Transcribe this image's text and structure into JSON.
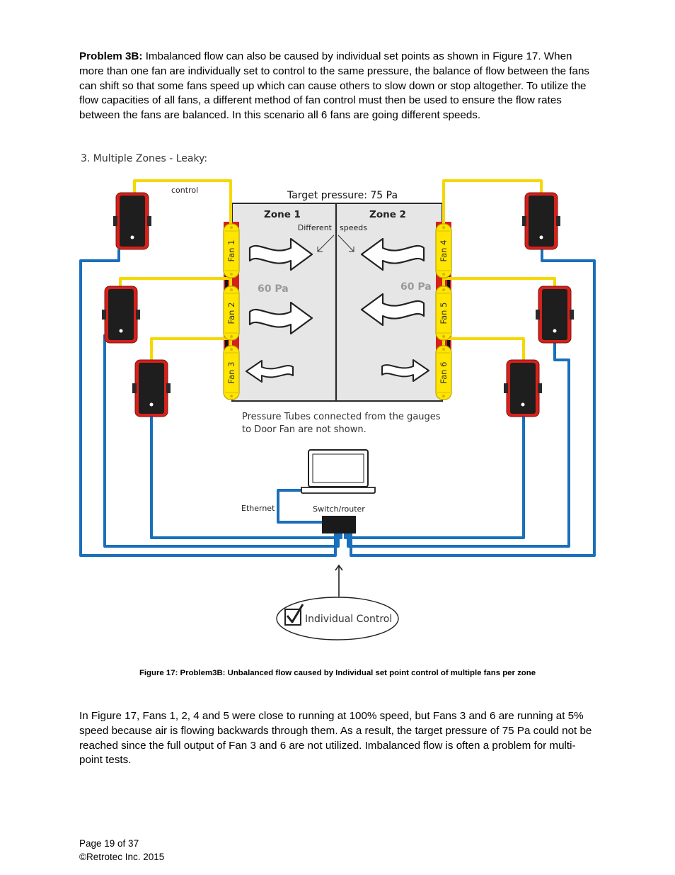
{
  "intro": {
    "heading": "Problem 3B:",
    "text": "  Imbalanced flow can also be caused by individual set points as shown in Figure 17.  When more than one fan are individually set to control to the same pressure, the balance of flow between the fans can shift so that some fans speed up which can cause others to slow down or stop altogether.  To utilize the flow capacities of all fans, a different method of fan control must then be used to ensure the flow rates between the fans are balanced.  In this scenario all 6 fans are going different speeds."
  },
  "figure": {
    "title": "3. Multiple Zones - Leaky:",
    "control_label": "control",
    "target_pressure": "Target pressure: 75 Pa",
    "zone1": "Zone 1",
    "zone2": "Zone 2",
    "different_label": "Different",
    "speeds_label": "speeds",
    "zone1_pressure": "60 Pa",
    "zone2_pressure": "60 Pa",
    "fans": [
      "Fan 1",
      "Fan 2",
      "Fan 3",
      "Fan 4",
      "Fan 5",
      "Fan 6"
    ],
    "note_line1": "Pressure Tubes connected from the gauges",
    "note_line2": "to Door Fan are not shown.",
    "ethernet_label": "Ethernet",
    "switch_label": "Switch/router",
    "individual_control": "Individual Control",
    "colors": {
      "control_wire": "#f5d800",
      "ethernet_wire": "#1a6fbb",
      "gauge_body": "#1e1e1e",
      "gauge_trim": "#d8201a",
      "fan_yellow": "#ffe500",
      "zone_fill": "#e6e6e6"
    }
  },
  "caption": "Figure 17:  Problem3B:  Unbalanced flow caused by Individual set point control of multiple fans per zone",
  "body_text": "In Figure 17, Fans 1, 2, 4 and 5 were close to running at 100% speed, but Fans 3 and 6 are running at 5% speed because air is flowing backwards through them. As a result, the target pressure of 75 Pa could not be reached since the full output of Fan 3 and 6 are not utilized.  Imbalanced flow is often a problem for multi-point tests.",
  "footer": {
    "page": "Page 19 of 37",
    "copyright": "©Retrotec Inc. 2015"
  }
}
